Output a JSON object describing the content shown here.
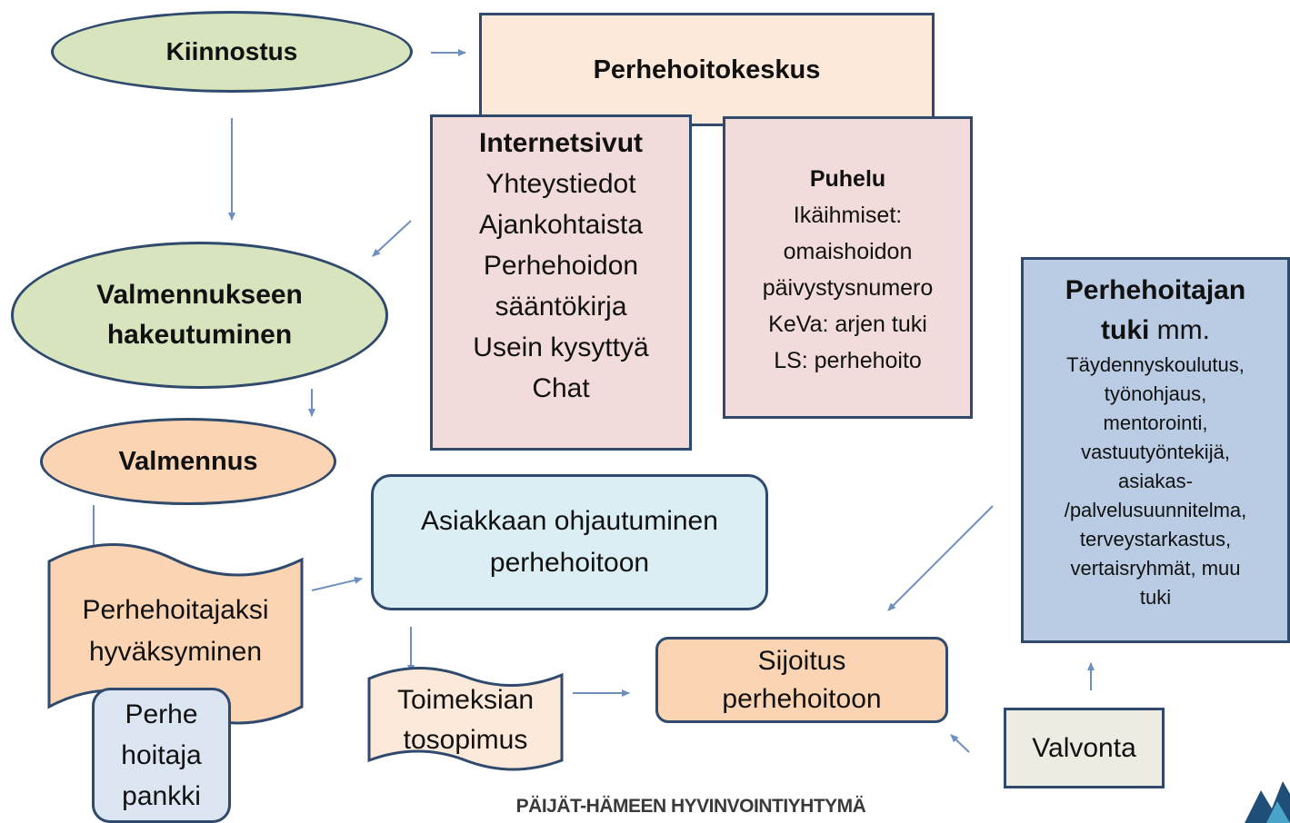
{
  "colors": {
    "green": "#d7e4bd",
    "peach": "#fbd4b4",
    "pink": "#f2dcdb",
    "blue": "#b9cce4",
    "lightblue": "#dbeef4",
    "border": "#2f4a6d",
    "arrow": "#6f8fbf"
  },
  "nodes": {
    "kiinnostus": "Kiinnostus",
    "perhehoitokeskus": "Perhehoitokeskus",
    "internetsivut": {
      "title": "Internetsivut",
      "lines": [
        "Yhteystiedot",
        "Ajankohtaista",
        "Perhehoidon",
        "sääntökirja",
        "Usein kysyttyä",
        "Chat"
      ]
    },
    "puhelu": {
      "title": "Puhelu",
      "lines": [
        "Ikäihmiset:",
        "omaishoidon",
        "päivystysnumero",
        "KeVa: arjen tuki",
        "LS: perhehoito"
      ]
    },
    "valmennukseen": [
      "Valmennukseen",
      "hakeutuminen"
    ],
    "valmennus": "Valmennus",
    "perhehoitajan_tuki": {
      "title_line1": "Perhehoitajan",
      "title_bold": "tuki",
      "title_normal": " mm.",
      "lines": [
        "Täydennyskoulutus,",
        "työnohjaus,",
        "mentorointi,",
        "vastuutyöntekijä,",
        "asiakas-",
        "/palvelusuunnitelma,",
        "terveystarkastus,",
        "vertaisryhmät, muu",
        "tuki"
      ]
    },
    "asiakkaan_ohjautuminen": [
      "Asiakkaan ohjautuminen",
      "perhehoitoon"
    ],
    "perhehoitajaksi": [
      "Perhehoitajaksi",
      "hyväksyminen"
    ],
    "perhehoitajapankki": [
      "Perhe",
      "hoitaja",
      "pankki"
    ],
    "toimeksiantosopimus": [
      "Toimeksian",
      "tosopimus"
    ],
    "sijoitus": [
      "Sijoitus",
      "perhehoitoon"
    ],
    "valvonta": "Valvonta"
  },
  "footer": "PÄIJÄT-HÄMEEN HYVINVOINTIYHTYMÄ"
}
